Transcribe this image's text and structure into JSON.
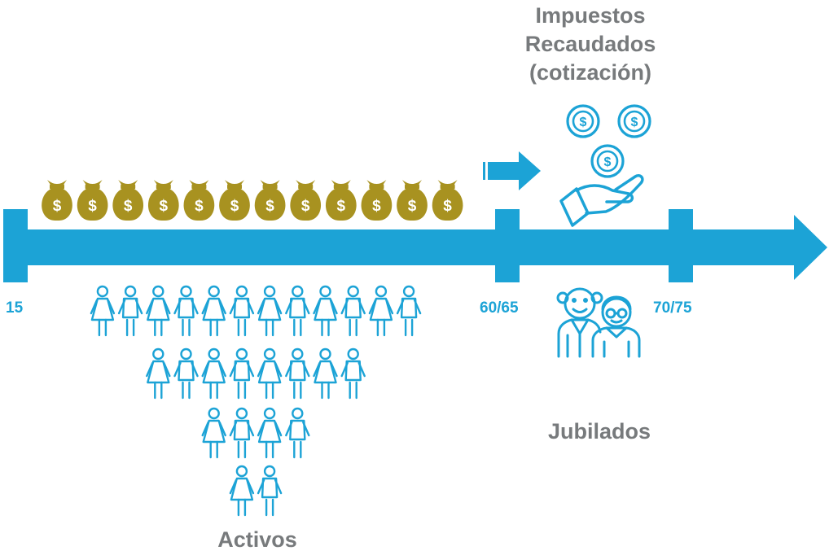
{
  "title_lines": [
    "Impuestos",
    "Recaudados",
    "(cotización)"
  ],
  "ages": {
    "start": "15",
    "retirement": "60/65",
    "late": "70/75"
  },
  "labels": {
    "active": "Activos",
    "retired": "Jubilados"
  },
  "icons": {
    "money_bag": "money-bag-icon",
    "coin": "dollar-coin-icon",
    "hand": "receiving-hand-icon",
    "person": "person-icon",
    "elderly": "elderly-couple-icon",
    "arrow": "right-arrow-icon",
    "currency_symbol": "$"
  },
  "counts": {
    "money_bags": 12,
    "people_rows": [
      12,
      8,
      4,
      2
    ],
    "coins": 3
  },
  "colors": {
    "axis": "#1ca3d6",
    "bag": "#a89220",
    "text_gray": "#777a7c",
    "white": "#ffffff"
  }
}
